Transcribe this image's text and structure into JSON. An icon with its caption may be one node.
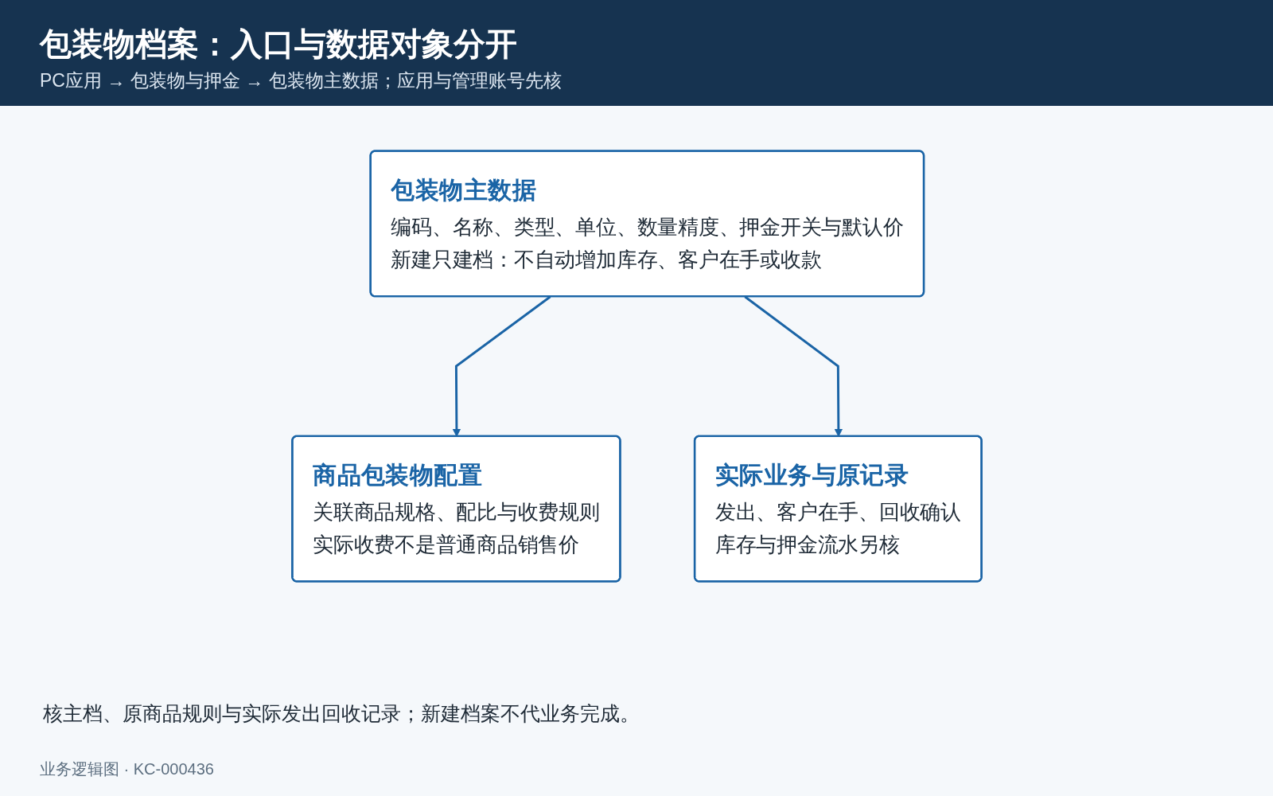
{
  "diagram": {
    "title": "包装物档案：入口与数据对象分开",
    "nodes": [
      {
        "text": [
          "包装物主数据",
          "编码、名称、类型、单位、数量精度、押金开关与默认价",
          "新建只建档：不自动增加库存、客户在手或收款"
        ]
      },
      {
        "text": [
          "商品包装物配置",
          "关联商品规格、配比与收费规则",
          "实际收费不是普通商品销售价"
        ]
      },
      {
        "text": [
          "实际业务与原记录",
          "发出、客户在手、回收确认",
          "库存与押金流水另核"
        ]
      }
    ],
    "edges": [
      {
        "from": 0,
        "to": 1,
        "arrow": "to"
      },
      {
        "from": 0,
        "to": 2,
        "arrow": "to"
      }
    ],
    "labels": [
      "PC应用 → 包装物与押金 → 包装物主数据；应用与管理账号先核",
      "核主档、原商品规则与实际发出回收记录；新建档案不代业务完成。",
      "业务逻辑图 · KC-000436"
    ]
  }
}
